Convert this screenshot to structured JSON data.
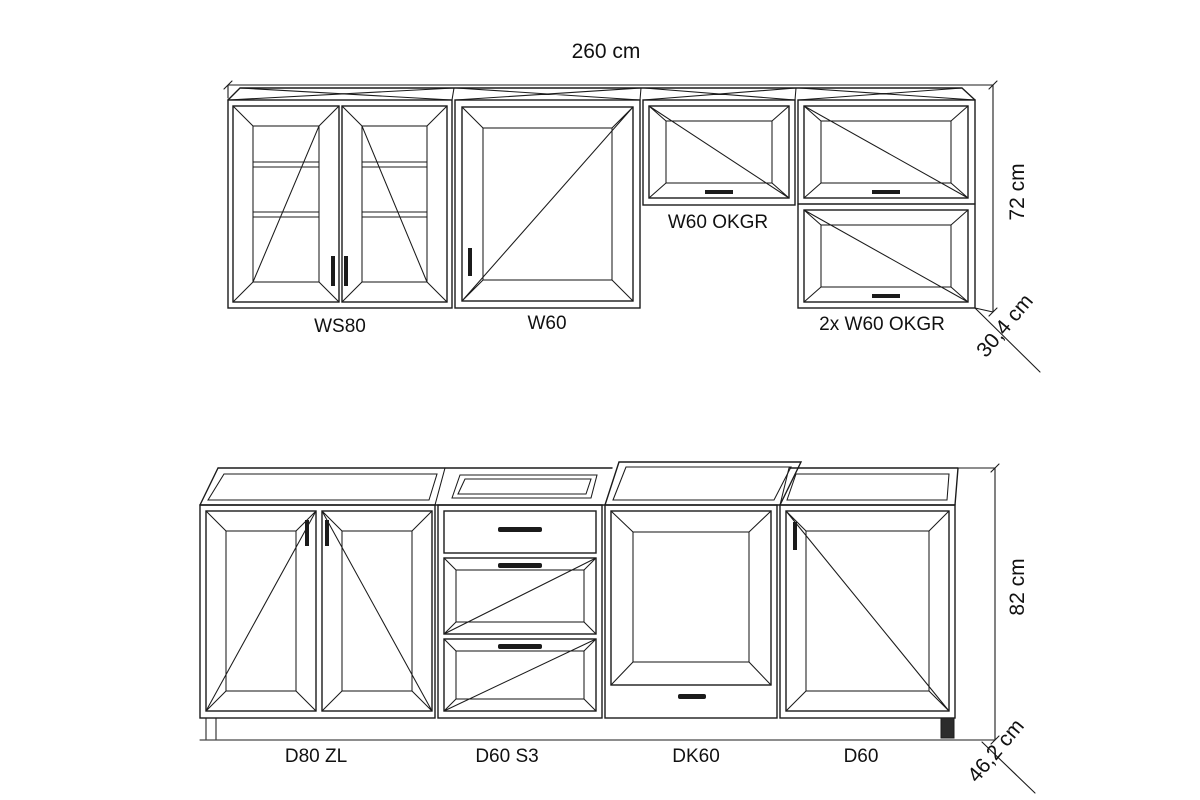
{
  "dimensions": {
    "total_width": "260 cm",
    "wall_height": "72 cm",
    "wall_depth": "30,4 cm",
    "base_height": "82 cm",
    "base_depth": "46,2 cm"
  },
  "wall_units": [
    {
      "label": "WS80"
    },
    {
      "label": "W60"
    },
    {
      "label": "W60 OKGR"
    },
    {
      "label": "2x W60 OKGR"
    }
  ],
  "base_units": [
    {
      "label": "D80 ZL"
    },
    {
      "label": "D60 S3"
    },
    {
      "label": "DK60"
    },
    {
      "label": "D60"
    }
  ],
  "colors": {
    "line": "#1b1b1b",
    "background": "#ffffff"
  }
}
